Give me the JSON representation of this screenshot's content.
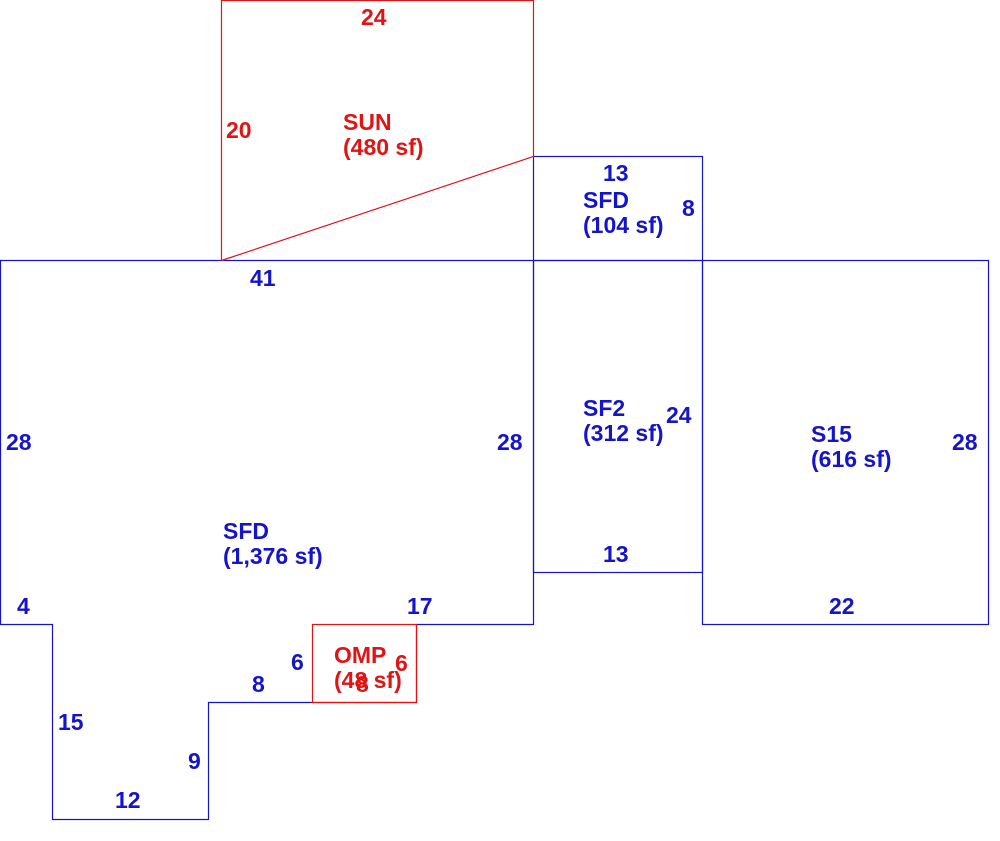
{
  "colors": {
    "living": "#1414c8",
    "other": "#e01414",
    "background": "#ffffff"
  },
  "areas": {
    "sun": {
      "code": "SUN",
      "area": "(480 sf)"
    },
    "sfd_small": {
      "code": "SFD",
      "area": "(104 sf)"
    },
    "sfd_main": {
      "code": "SFD",
      "area": "(1,376 sf)"
    },
    "sf2": {
      "code": "SF2",
      "area": "(312 sf)"
    },
    "s15": {
      "code": "S15",
      "area": "(616 sf)"
    },
    "omp": {
      "code": "OMP",
      "area": "(48 sf)"
    }
  },
  "dimensions": {
    "sun_top": "24",
    "sun_left": "20",
    "sfd_small_top": "13",
    "sfd_small_right": "8",
    "main_top": "41",
    "main_left": "28",
    "main_right": "28",
    "main_left_step": "4",
    "main_bottom_right": "17",
    "notch_6": "6",
    "notch_8": "8",
    "ext_left": "15",
    "ext_right": "9",
    "ext_bottom": "12",
    "sf2_right": "24",
    "sf2_bottom": "13",
    "s15_right": "28",
    "s15_bottom": "22",
    "omp_right": "6",
    "omp_bottom": "8"
  }
}
